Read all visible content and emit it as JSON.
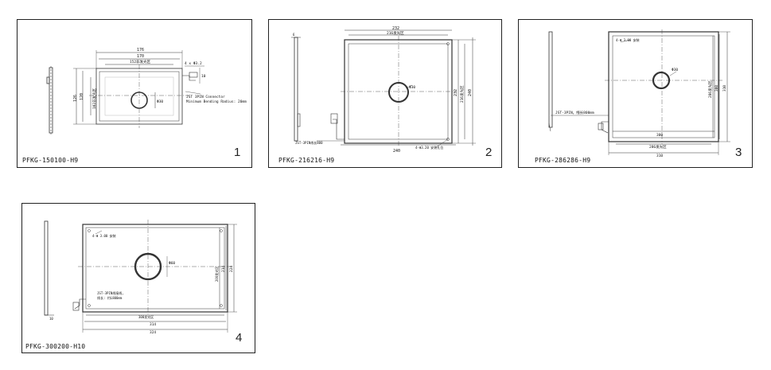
{
  "sheets": [
    {
      "model": "PFKG-150100-H9",
      "number": "1",
      "dims": {
        "overall_w": "176",
        "w2": "170",
        "viewing_w": "152非发光区",
        "overall_h": "126",
        "h2": "120",
        "viewing_h": "102非发光区",
        "hole": "4 x Φ3.2",
        "conn_dim": "10",
        "circle": "Φ30",
        "note1": "JST 3PIN Connector",
        "note2": "Minimum Bending Radius: 20mm"
      }
    },
    {
      "model": "PFKG-216216-H9",
      "number": "2",
      "dims": {
        "top1": "232",
        "top2": "216发光区",
        "bottom": "240",
        "right1": "232",
        "right2": "216发光区",
        "right3": "240",
        "circle": "Φ30",
        "conn": "JST-3PIN线长800",
        "hole": "4-Φ3.20 安装孔位"
      }
    },
    {
      "model": "PFKG-286286-H9",
      "number": "3",
      "dims": {
        "hole": "4-Φ 3.00 安装",
        "circle": "Φ30",
        "conn": "JST-3PIN，线长800mm",
        "b1": "300",
        "b2": "286发光区",
        "b3": "310",
        "r1": "286发光区",
        "r2": "300",
        "r3": "310"
      }
    },
    {
      "model": "PFKG-300200-H10",
      "number": "4",
      "dims": {
        "hole": "4-Φ 3.00 安装",
        "circle": "Φ60",
        "conn1": "JST-3PIN线接线，",
        "conn2": "线长: 约L800mm",
        "b1": "300发光区",
        "b2": "314",
        "b3": "324",
        "r1": "200发光区",
        "r2": "214",
        "r3": "224",
        "thick": "10"
      }
    }
  ]
}
